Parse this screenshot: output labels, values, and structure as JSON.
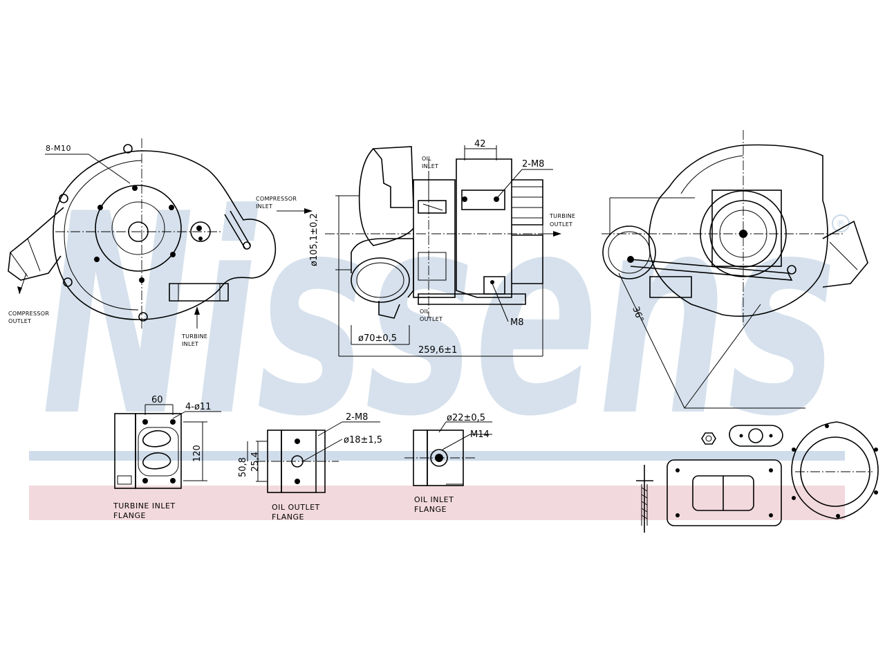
{
  "brand": {
    "logo_text": "Nissens",
    "watermark_color": "#c9d8e8",
    "band_blue": "#cfdcea",
    "band_pink": "#f2d9de",
    "registered_mark": "®"
  },
  "views": {
    "front": {
      "bolts_label": "8-M10",
      "compressor_outlet": [
        "COMPRESSOR",
        "OUTLET"
      ],
      "turbine_inlet": [
        "TURBINE",
        "INLET"
      ]
    },
    "side": {
      "compressor_inlet": [
        "COMPRESSOR",
        "INLET"
      ],
      "oil_inlet": [
        "OIL",
        "INLET"
      ],
      "oil_outlet": [
        "OIL",
        "OUTLET"
      ],
      "turbine_outlet": [
        "TURBINE",
        "OUTLET"
      ],
      "dim_top": "42",
      "thread_top": "2-M8",
      "thread_bottom": "M8",
      "dim_height": "ø105,1±0,2",
      "dim_diameter": "ø70±0,5",
      "dim_length": "259,6±1"
    },
    "rear": {
      "angle": "36°"
    }
  },
  "flanges": {
    "turbine_inlet": {
      "dim_width": "60",
      "holes": "4-ø11",
      "dim_height": "120",
      "caption": [
        "TURBINE INLET",
        "FLANGE"
      ]
    },
    "oil_outlet": {
      "thread": "2-M8",
      "bore": "ø18±1,5",
      "dim_a": "50,8",
      "dim_b": "25,4",
      "caption": [
        "OIL OUTLET",
        "FLANGE"
      ]
    },
    "oil_inlet": {
      "bore": "ø22±0,5",
      "thread": "M14",
      "caption": [
        "OIL INLET",
        "FLANGE"
      ]
    }
  }
}
